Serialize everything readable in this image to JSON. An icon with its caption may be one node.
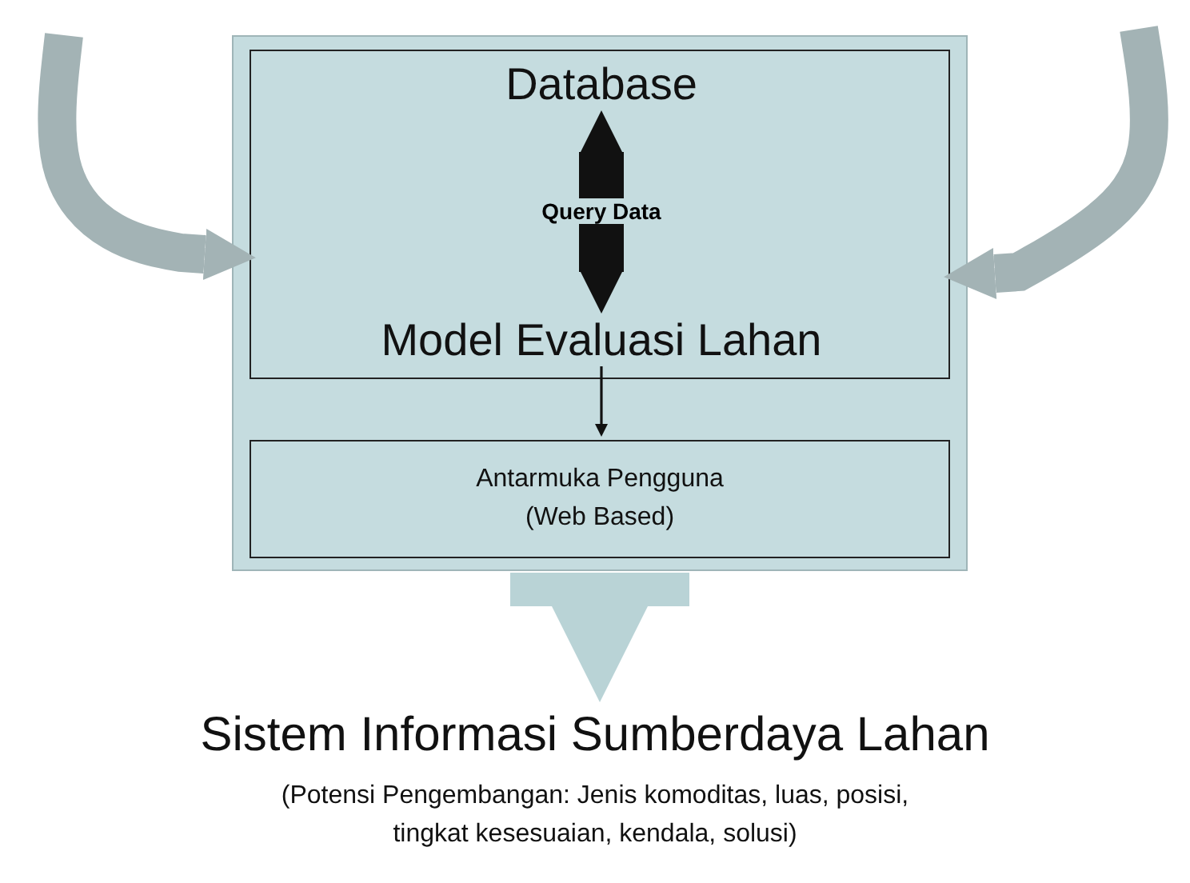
{
  "diagram": {
    "nodes": [
      {
        "text": [],
        "shape": "box"
      },
      {
        "text": [],
        "shape": "box",
        "in": 0
      },
      {
        "text": [
          "Database"
        ],
        "in": 1
      },
      {
        "text": [
          "Model Evaluasi Lahan"
        ],
        "in": 1
      },
      {
        "text": [
          "Antarmuka Pengguna (Web Based)"
        ],
        "in": 0
      },
      {
        "text": [
          "Sistem Informasi Sumberdaya Lahan",
          "(Potensi Pengembangan: Jenis komoditas, luas, posisi, tingkat kesesuaian, kendala, solusi)"
        ]
      }
    ],
    "edges": [
      {
        "from": null,
        "to": 0,
        "arrow": "to",
        "color": "#a3b3b5"
      },
      {
        "from": null,
        "to": 0,
        "arrow": "to",
        "color": "#a3b3b5"
      },
      {
        "from": 2,
        "to": 3,
        "arrow": "both",
        "label": "Query Data",
        "color": "#111111"
      },
      {
        "from": 3,
        "to": 4,
        "arrow": "to",
        "color": "#111111"
      },
      {
        "from": 0,
        "to": 5,
        "arrow": "to",
        "style": "thick",
        "color": "#b9d3d6"
      }
    ]
  }
}
